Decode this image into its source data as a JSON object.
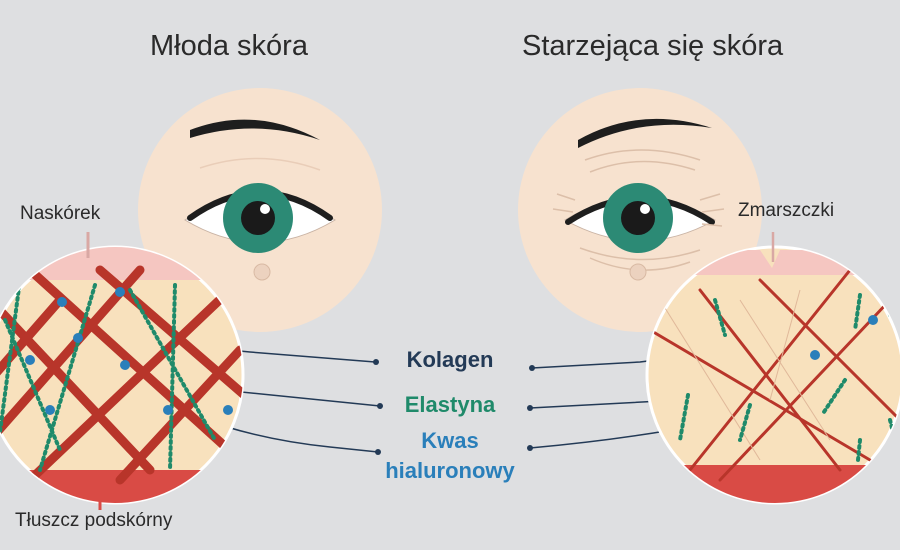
{
  "titles": {
    "young": "Młoda skóra",
    "aging": "Starzejąca się skóra"
  },
  "labels": {
    "epidermis": "Naskórek",
    "wrinkles": "Zmarszczki",
    "subcutaneous_fat": "Tłuszcz podskórny"
  },
  "components": [
    {
      "label": "Kolagen",
      "color": "#233a56"
    },
    {
      "label": "Elastyna",
      "color": "#1f8a6a"
    },
    {
      "label_line1": "Kwas",
      "label_line2": "hialuronowy",
      "color": "#2a7fba"
    }
  ],
  "colors": {
    "background": "#dedfe1",
    "skin_face": "#f7e2cf",
    "dermis": "#f8e1bd",
    "epidermis": "#f5c6c1",
    "fat": "#d94b45",
    "collagen": "#b8352a",
    "elastin": "#1f8a6a",
    "hyaluronic": "#2a7fba",
    "iris": "#2c8a75",
    "pupil": "#1a1a1a"
  }
}
